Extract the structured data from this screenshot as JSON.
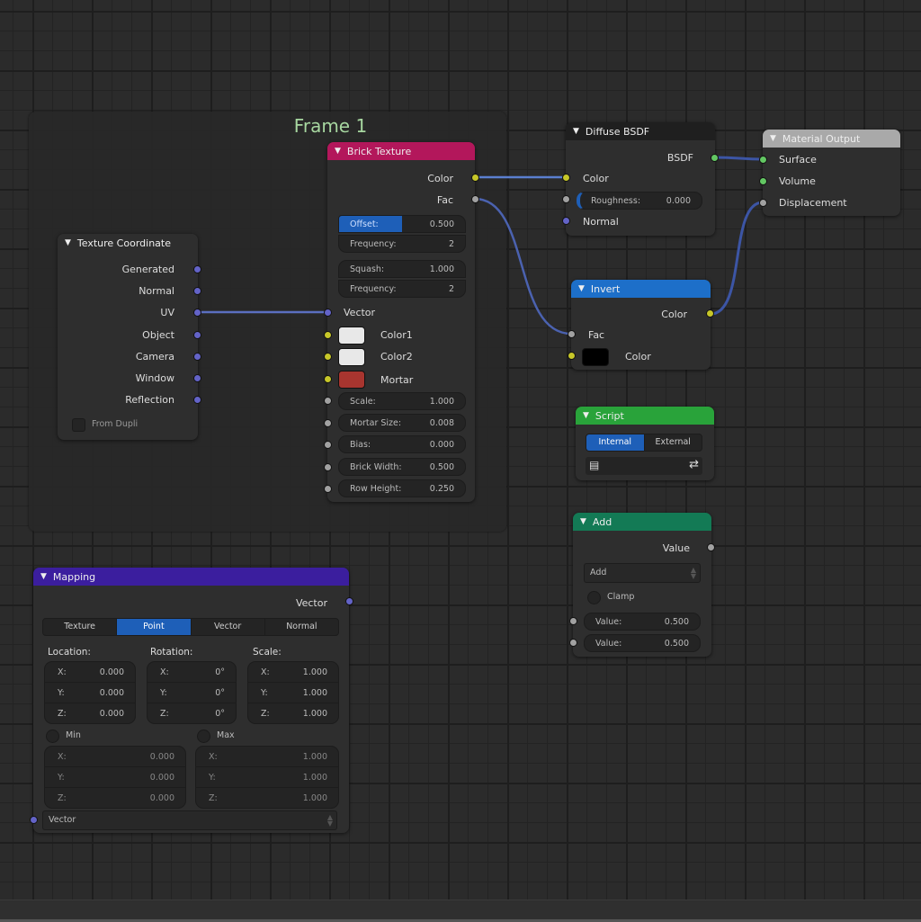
{
  "editor": "Shader Node Editor",
  "colors": {
    "background": "#2b2b2b",
    "frame_title": "#a7d7a0",
    "brick_header": "#b3175b",
    "diffuse_header": "#1f1f1f",
    "material_output_header": "#a9a9a9",
    "invert_header": "#1d6fc9",
    "script_header": "#29a33a",
    "add_header": "#137a55",
    "mapping_header": "#3b1e9e",
    "socket_vector": "#6363c7",
    "socket_color": "#c7c729",
    "socket_value": "#a1a1a1",
    "socket_shader": "#63c763",
    "selection_blue": "#1e5fb8"
  },
  "frame": {
    "title": "Frame 1"
  },
  "texture_coordinate": {
    "title": "Texture Coordinate",
    "outputs": [
      "Generated",
      "Normal",
      "UV",
      "Object",
      "Camera",
      "Window",
      "Reflection"
    ],
    "from_dupli": "From Dupli"
  },
  "brick_texture": {
    "title": "Brick Texture",
    "outputs": [
      "Color",
      "Fac"
    ],
    "offset": {
      "label": "Offset:",
      "value": "0.500"
    },
    "offset_frequency": {
      "label": "Frequency:",
      "value": "2"
    },
    "squash": {
      "label": "Squash:",
      "value": "1.000"
    },
    "squash_frequency": {
      "label": "Frequency:",
      "value": "2"
    },
    "vector_input": "Vector",
    "color1": {
      "label": "Color1",
      "swatch": "#e8e8e8"
    },
    "color2": {
      "label": "Color2",
      "swatch": "#e8e8e8"
    },
    "mortar": {
      "label": "Mortar",
      "swatch": "#a8352f"
    },
    "fields": [
      {
        "label": "Scale:",
        "value": "1.000"
      },
      {
        "label": "Mortar Size:",
        "value": "0.008"
      },
      {
        "label": "Bias:",
        "value": "0.000"
      },
      {
        "label": "Brick Width:",
        "value": "0.500"
      },
      {
        "label": "Row Height:",
        "value": "0.250"
      }
    ]
  },
  "diffuse_bsdf": {
    "title": "Diffuse BSDF",
    "output": "BSDF",
    "color": "Color",
    "roughness": {
      "label": "Roughness:",
      "value": "0.000"
    },
    "normal": "Normal"
  },
  "material_output": {
    "title": "Material Output",
    "inputs": [
      "Surface",
      "Volume",
      "Displacement"
    ]
  },
  "invert": {
    "title": "Invert",
    "output": "Color",
    "fac": "Fac",
    "color": {
      "label": "Color",
      "swatch": "#000000"
    }
  },
  "script": {
    "title": "Script",
    "modes": [
      {
        "label": "Internal",
        "selected": true
      },
      {
        "label": "External",
        "selected": false
      }
    ],
    "text_icon": "text-datablock-icon",
    "reload_icon": "refresh-icon"
  },
  "add": {
    "title": "Add",
    "output": "Value",
    "operation": "Add",
    "clamp": "Clamp",
    "values": [
      {
        "label": "Value:",
        "value": "0.500"
      },
      {
        "label": "Value:",
        "value": "0.500"
      }
    ]
  },
  "mapping": {
    "title": "Mapping",
    "output": "Vector",
    "types": [
      {
        "label": "Texture",
        "selected": false
      },
      {
        "label": "Point",
        "selected": true
      },
      {
        "label": "Vector",
        "selected": false
      },
      {
        "label": "Normal",
        "selected": false
      }
    ],
    "location": {
      "label": "Location:",
      "x": "0.000",
      "y": "0.000",
      "z": "0.000"
    },
    "rotation": {
      "label": "Rotation:",
      "x": "0°",
      "y": "0°",
      "z": "0°"
    },
    "scale": {
      "label": "Scale:",
      "x": "1.000",
      "y": "1.000",
      "z": "1.000"
    },
    "min": {
      "label": "Min",
      "x": "0.000",
      "y": "0.000",
      "z": "0.000"
    },
    "max": {
      "label": "Max",
      "x": "1.000",
      "y": "1.000",
      "z": "1.000"
    },
    "axis": {
      "x": "X:",
      "y": "Y:",
      "z": "Z:"
    },
    "input": "Vector"
  }
}
